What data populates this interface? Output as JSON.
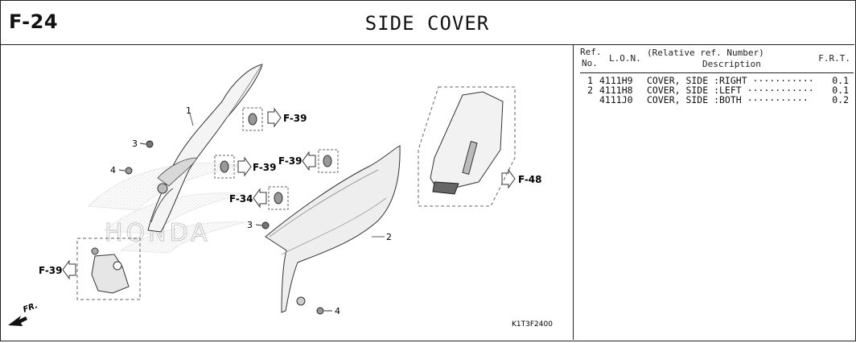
{
  "header": {
    "page_code": "F-24",
    "title": "SIDE COVER"
  },
  "diagram": {
    "ref_callouts": [
      "F-39",
      "F-39",
      "F-39",
      "F-34",
      "F-48",
      "F-39"
    ],
    "part_numbers": [
      "1",
      "2",
      "3",
      "3",
      "4",
      "4"
    ],
    "direction_label": "FR.",
    "watermark": "HONDA",
    "drawing_code": "K1T3F2400"
  },
  "parts_list": {
    "col_ref_line1": "Ref.",
    "col_ref_line2": "No.",
    "col_lon": "L.O.N.",
    "col_desc_line1": "(Relative ref. Number)",
    "col_desc_line2": "Description",
    "col_frt": "F.R.T.",
    "rows": [
      {
        "ref": "1",
        "lon": "4111H9",
        "desc": "COVER, SIDE :RIGHT ···········",
        "frt": "0.1"
      },
      {
        "ref": "2",
        "lon": "4111H8",
        "desc": "COVER, SIDE :LEFT ············",
        "frt": "0.1"
      },
      {
        "ref": "",
        "lon": "4111J0",
        "desc": "COVER, SIDE :BOTH ···········",
        "frt": "0.2"
      }
    ]
  }
}
